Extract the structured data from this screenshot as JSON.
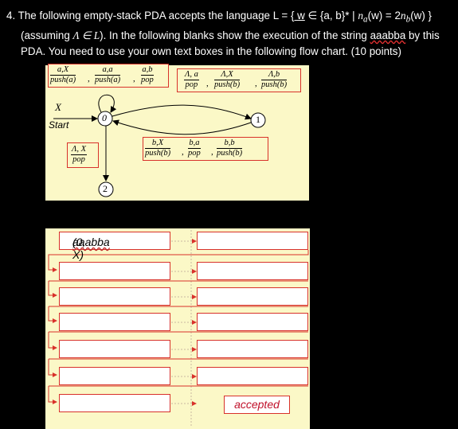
{
  "question": {
    "number": "4.",
    "line1_pre": "The following empty-stack PDA accepts the language L = ",
    "line1_set": "{ w",
    "line1_mid": " ∈ {a, b}* | ",
    "line1_na": "n",
    "line1_sub_a": "a",
    "line1_w1": "(w) = 2",
    "line1_nb": "n",
    "line1_sub_b": "b",
    "line1_w2": "(w) }",
    "line2_pre": "(assuming ",
    "line2_lam": "Λ ∈ L",
    "line2_mid": "). In the following blanks show the execution of the string ",
    "line2_str": "aaabba",
    "line2_post": " by this",
    "line3": "PDA. You need to use your own text boxes in the following flow chart.",
    "points": "(10 points)"
  },
  "pda": {
    "initial_stack": "X",
    "start_label": "Start",
    "states": [
      "0",
      "1",
      "2"
    ],
    "loop0_labels": [
      {
        "num": "a,X",
        "den": "push(a)"
      },
      {
        "num": "a,a",
        "den": "push(a)"
      },
      {
        "num": "a,b",
        "den": "pop"
      }
    ],
    "edge01_labels": [
      {
        "num": "Λ, a",
        "den": "pop"
      },
      {
        "num": "Λ,X",
        "den": "push(b)"
      },
      {
        "num": "Λ,b",
        "den": "push(b)"
      }
    ],
    "edge10_labels": [
      {
        "num": "b,X",
        "den": "push(b)"
      },
      {
        "num": "b,a",
        "den": "pop"
      },
      {
        "num": "b,b",
        "den": "push(b)"
      }
    ],
    "edge02_label": {
      "num": "Λ, X",
      "den": "pop"
    }
  },
  "flow": {
    "initial_config_prefix": "(0, ",
    "initial_config_string": "aaabba",
    "initial_config_suffix": ", X)",
    "final": "accepted"
  },
  "colors": {
    "box_border": "#d8312a",
    "diagram_bg": "#fbf8c7",
    "accepted_text": "#c0102a"
  }
}
